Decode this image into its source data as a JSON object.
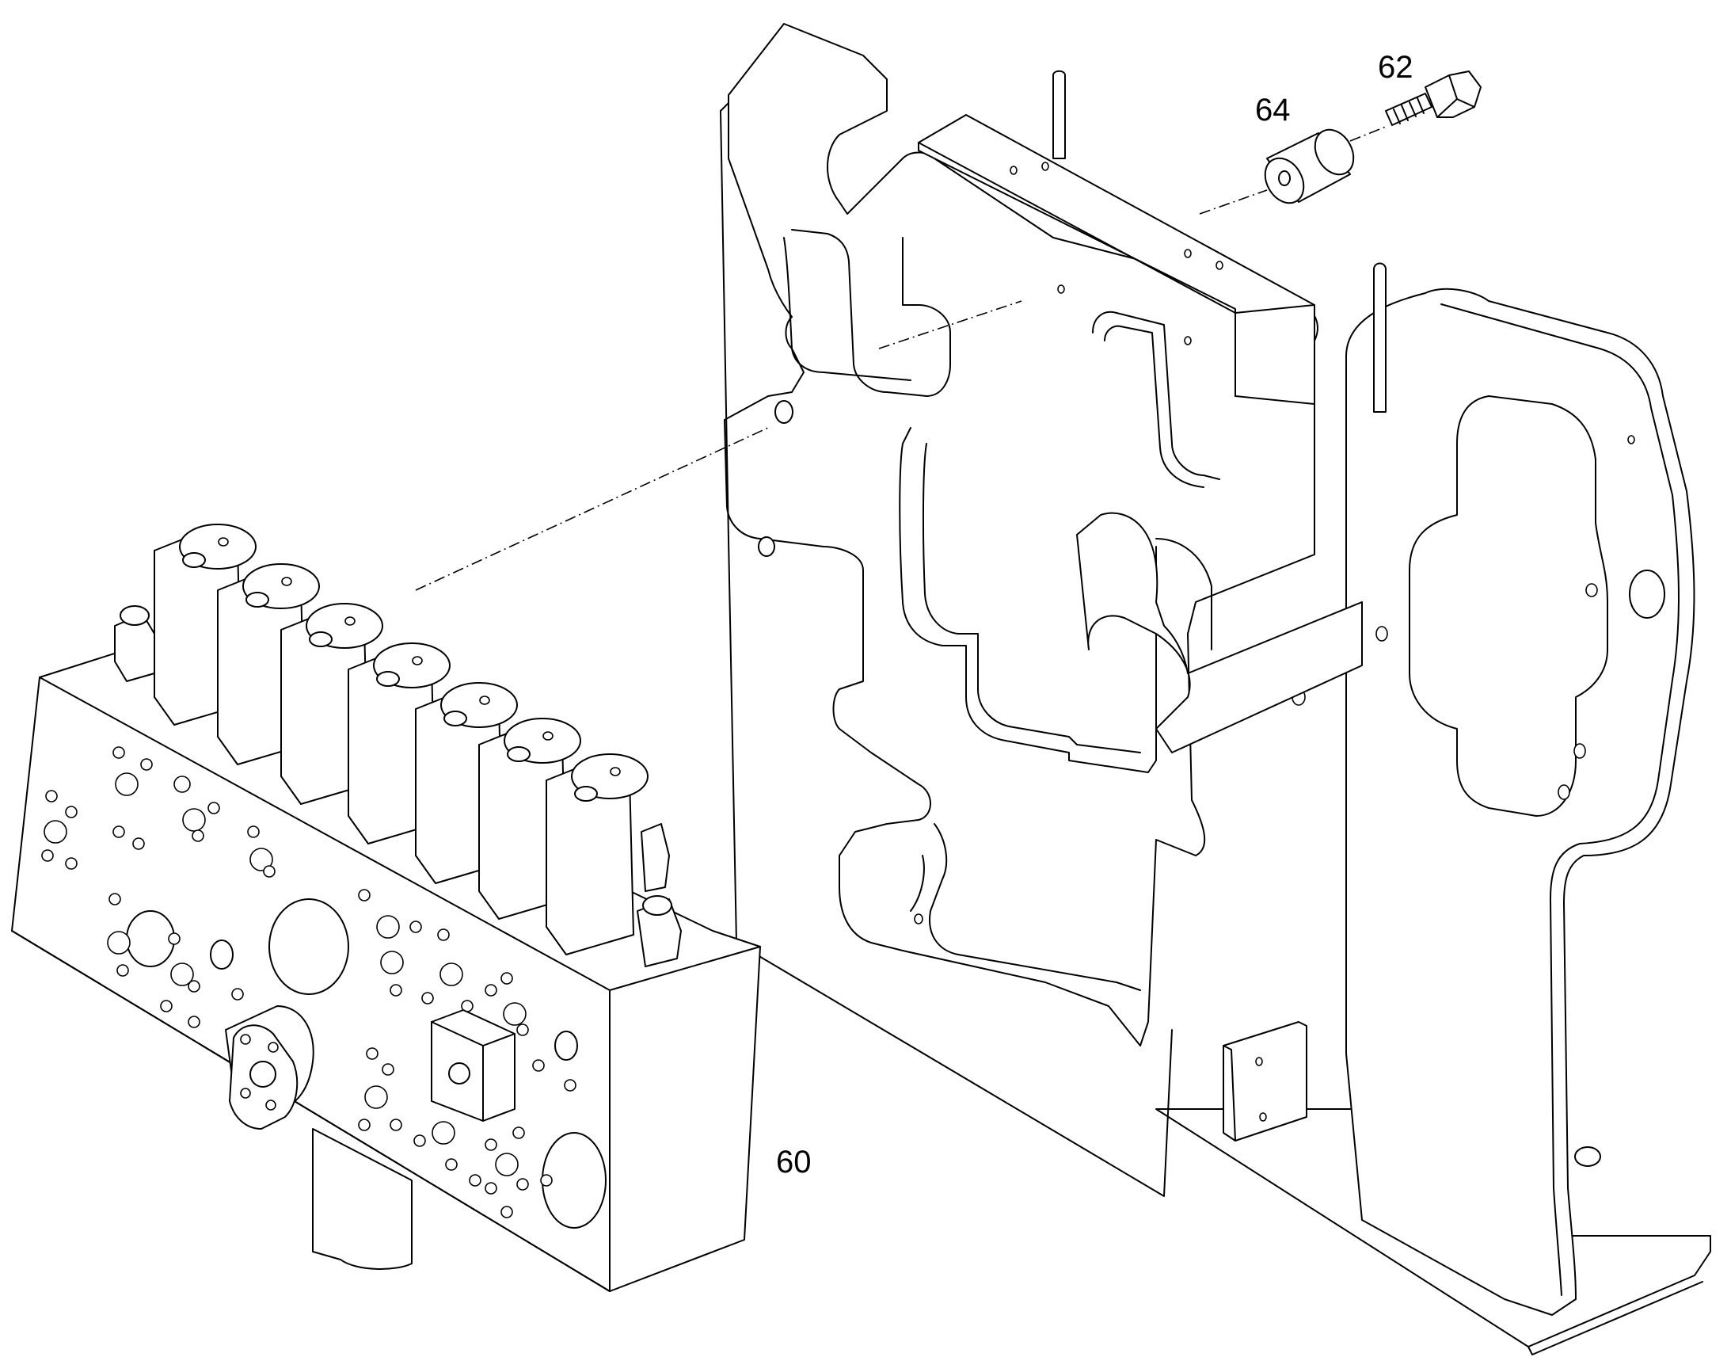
{
  "callouts": {
    "bolt": "62",
    "spacer": "64",
    "valve_block": "60"
  }
}
